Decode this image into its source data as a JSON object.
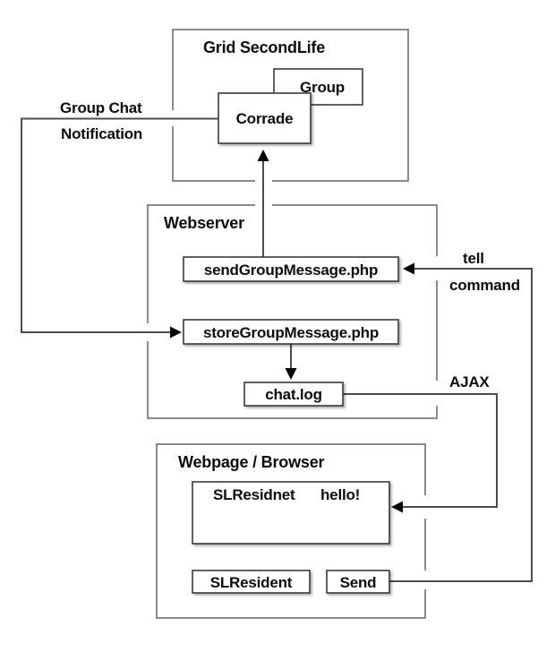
{
  "diagram": {
    "containers": {
      "grid": {
        "label": "Grid SecondLife"
      },
      "webserver": {
        "label": "Webserver"
      },
      "webpage": {
        "label": "Webpage / Browser"
      }
    },
    "nodes": {
      "group": {
        "label": "Group"
      },
      "corrade": {
        "label": "Corrade"
      },
      "send_php": {
        "label": "sendGroupMessage.php"
      },
      "store_php": {
        "label": "storeGroupMessage.php"
      },
      "chat_log": {
        "label": "chat.log"
      },
      "chat_display": {
        "sender": "SLResidnet",
        "message": "hello!"
      },
      "resident_input": {
        "label": "SLResident"
      },
      "send_button": {
        "label": "Send"
      }
    },
    "edge_labels": {
      "notify_line1": "Group Chat",
      "notify_line2": "Notification",
      "tell_line1": "tell",
      "tell_line2": "command",
      "ajax": "AJAX"
    },
    "colors": {
      "background": "#ffffff",
      "container_border": "#6e6e6e",
      "box_border": "#3a3a3a",
      "box_fill": "#ffffff",
      "line": "#4d4d4d",
      "arrow": "#000000",
      "text": "#0d0d0d"
    }
  }
}
